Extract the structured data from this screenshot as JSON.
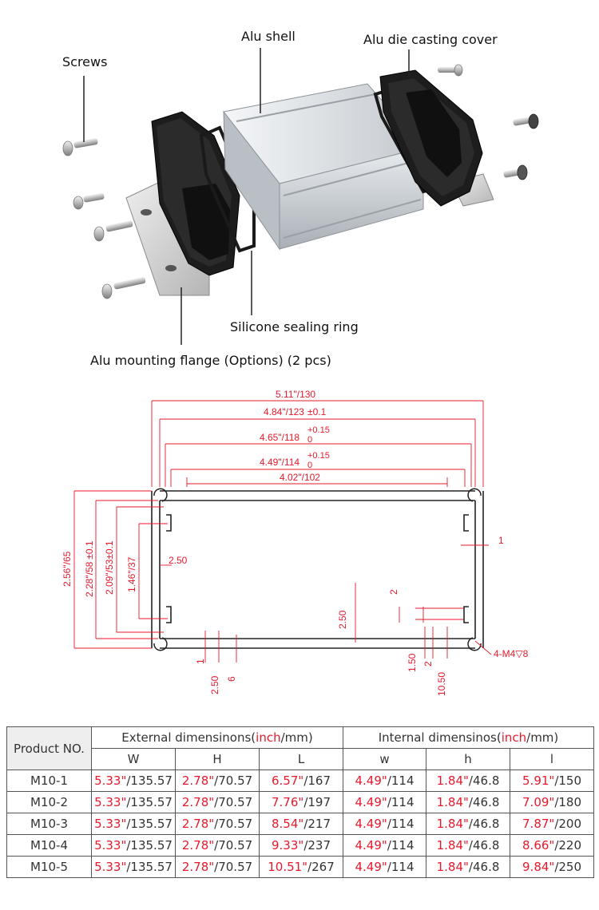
{
  "exploded_view": {
    "labels": {
      "screws": "Screws",
      "alu_shell": "Alu shell",
      "die_cast_cover": "Alu die casting cover",
      "sealing_ring": "Silicone sealing ring",
      "mounting_flange": "Alu mounting flange (Options) (2 pcs)"
    }
  },
  "drawing": {
    "dims_top": [
      {
        "inch": "5.11\"",
        "mm": "/130",
        "tol": ""
      },
      {
        "inch": "4.84\"",
        "mm": "/123",
        "tol": "±0.1"
      },
      {
        "inch": "4.65\"",
        "mm": "/118",
        "tol_up": "+0.15",
        "tol_low": "0"
      },
      {
        "inch": "4.49\"",
        "mm": "/114",
        "tol_up": "+0.15",
        "tol_low": "0"
      },
      {
        "inch": "4.02\"",
        "mm": "/102",
        "tol": ""
      }
    ],
    "dims_left": [
      {
        "inch": "2.56\"",
        "mm": "/65",
        "tol": ""
      },
      {
        "inch": "2.28\"",
        "mm": "/58",
        "tol": "±0.1"
      },
      {
        "inch": "2.09\"",
        "mm": "/53",
        "tol": "±0.1"
      },
      {
        "inch": "1.46\"",
        "mm": "/37",
        "tol": ""
      }
    ],
    "small_dims": {
      "wall_left": "2.50",
      "right_one": "1",
      "center_250": "2.50",
      "right_two": "2",
      "bottom_one": "1",
      "bottom_250": "2.50",
      "bottom_six": "6",
      "bottom_150": "1.50",
      "bottom_two": "2",
      "bottom_1050": "10.50",
      "thread_note": "4-M4▽8"
    },
    "colors": {
      "dimension_red": "#e8192c",
      "profile": "#222222"
    }
  },
  "spec_table": {
    "header": {
      "product_no": "Product NO.",
      "external_label": "External dimensinons(",
      "internal_label": "Internal dimensinos(",
      "unit_inch": "inch",
      "unit_rest": "/mm)",
      "columns": [
        "W",
        "H",
        "L",
        "w",
        "h",
        "l"
      ]
    },
    "rows": [
      {
        "name": "M10-1",
        "cells": [
          {
            "inch": "5.33\"",
            "mm": "/135.57"
          },
          {
            "inch": "2.78\"",
            "mm": "/70.57"
          },
          {
            "inch": "6.57\"",
            "mm": "/167"
          },
          {
            "inch": "4.49\"",
            "mm": "/114"
          },
          {
            "inch": "1.84\"",
            "mm": "/46.8"
          },
          {
            "inch": "5.91\"",
            "mm": "/150"
          }
        ]
      },
      {
        "name": "M10-2",
        "cells": [
          {
            "inch": "5.33\"",
            "mm": "/135.57"
          },
          {
            "inch": "2.78\"",
            "mm": "/70.57"
          },
          {
            "inch": "7.76\"",
            "mm": "/197"
          },
          {
            "inch": "4.49\"",
            "mm": "/114"
          },
          {
            "inch": "1.84\"",
            "mm": "/46.8"
          },
          {
            "inch": "7.09\"",
            "mm": "/180"
          }
        ]
      },
      {
        "name": "M10-3",
        "cells": [
          {
            "inch": "5.33\"",
            "mm": "/135.57"
          },
          {
            "inch": "2.78\"",
            "mm": "/70.57"
          },
          {
            "inch": "8.54\"",
            "mm": "/217"
          },
          {
            "inch": "4.49\"",
            "mm": "/114"
          },
          {
            "inch": "1.84\"",
            "mm": "/46.8"
          },
          {
            "inch": "7.87\"",
            "mm": "/200"
          }
        ]
      },
      {
        "name": "M10-4",
        "cells": [
          {
            "inch": "5.33\"",
            "mm": "/135.57"
          },
          {
            "inch": "2.78\"",
            "mm": "/70.57"
          },
          {
            "inch": "9.33\"",
            "mm": "/237"
          },
          {
            "inch": "4.49\"",
            "mm": "/114"
          },
          {
            "inch": "1.84\"",
            "mm": "/46.8"
          },
          {
            "inch": "8.66\"",
            "mm": "/220"
          }
        ]
      },
      {
        "name": "M10-5",
        "cells": [
          {
            "inch": "5.33\"",
            "mm": "/135.57"
          },
          {
            "inch": "2.78\"",
            "mm": "/70.57"
          },
          {
            "inch": "10.51\"",
            "mm": "/267"
          },
          {
            "inch": "4.49\"",
            "mm": "/114"
          },
          {
            "inch": "1.84\"",
            "mm": "/46.8"
          },
          {
            "inch": "9.84\"",
            "mm": "/250"
          }
        ]
      }
    ]
  }
}
